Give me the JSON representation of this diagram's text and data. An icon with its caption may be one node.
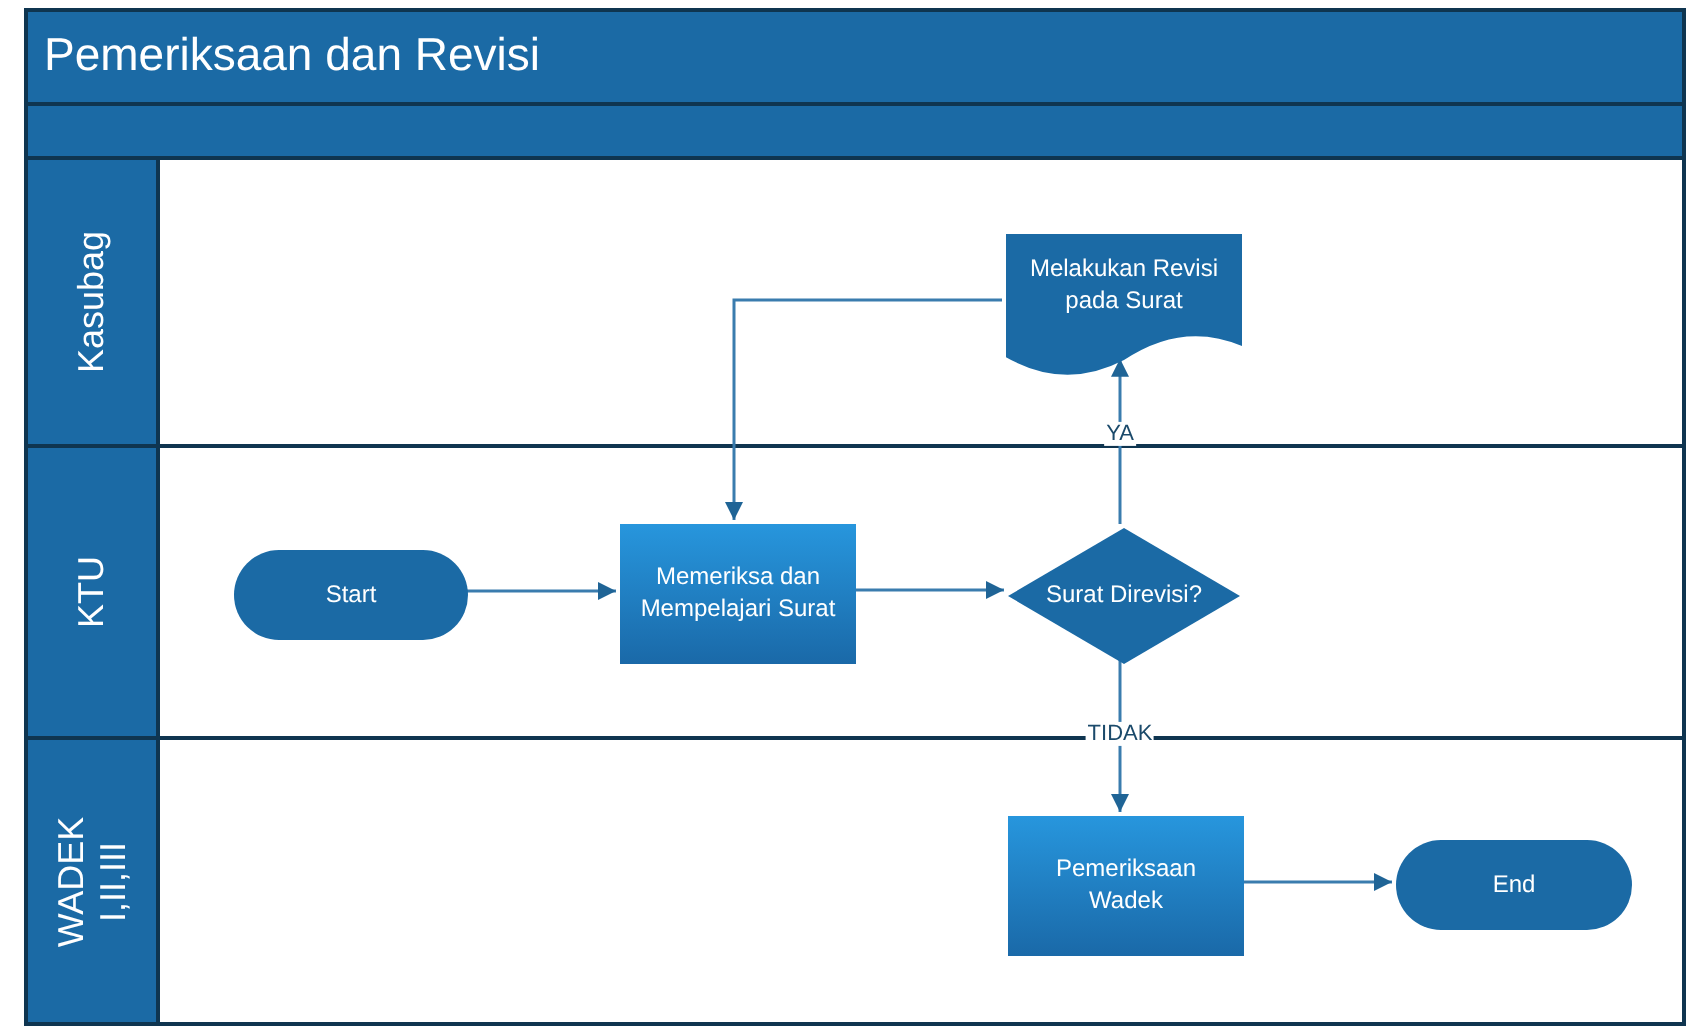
{
  "diagram": {
    "title": "Pemeriksaan dan Revisi",
    "nodes": [
      {
        "text": [
          "Kasubag"
        ]
      },
      {
        "text": [
          "Melakukan Revisi pada Surat"
        ],
        "in": 0
      },
      {
        "text": [
          "KTU"
        ]
      },
      {
        "text": [
          "Start"
        ],
        "in": 2
      },
      {
        "text": [
          "Memeriksa dan Mempelajari Surat"
        ],
        "in": 2
      },
      {
        "text": [
          "Surat Direvisi?"
        ],
        "in": 2
      },
      {
        "text": [
          "WADEK I,II,III"
        ]
      },
      {
        "text": [
          "Pemeriksaan Wadek"
        ],
        "in": 6
      },
      {
        "text": [
          "End"
        ],
        "in": 6
      }
    ],
    "edges": [
      {
        "from": 3,
        "to": 4,
        "arrow": "to"
      },
      {
        "from": 4,
        "to": 5,
        "arrow": "to"
      },
      {
        "from": 5,
        "to": 1,
        "arrow": "to",
        "label": "YA"
      },
      {
        "from": 1,
        "to": 4,
        "arrow": "to"
      },
      {
        "from": 5,
        "to": 7,
        "arrow": "to",
        "label": "TIDAK"
      },
      {
        "from": 7,
        "to": 8,
        "arrow": "to"
      }
    ]
  }
}
